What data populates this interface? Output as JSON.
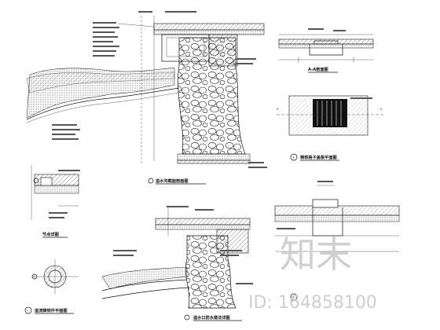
{
  "captions": {
    "section_main": "溢水沟截面剖面图",
    "section_aa": "A-A剖面图",
    "plan_top": "铸铁格子盖板平面图",
    "node_detail": "节点详图",
    "section_lower": "溢水口防水做法详图",
    "plan_round": "溢流铸铁件平面图"
  },
  "markers": {
    "a_left": "A",
    "a_right": "A",
    "circle_A": "A",
    "circle_B": "B",
    "circle_C": "C",
    "small_1": "1"
  },
  "watermark": {
    "logo": "知末",
    "id_text": "ID: 164858100"
  }
}
